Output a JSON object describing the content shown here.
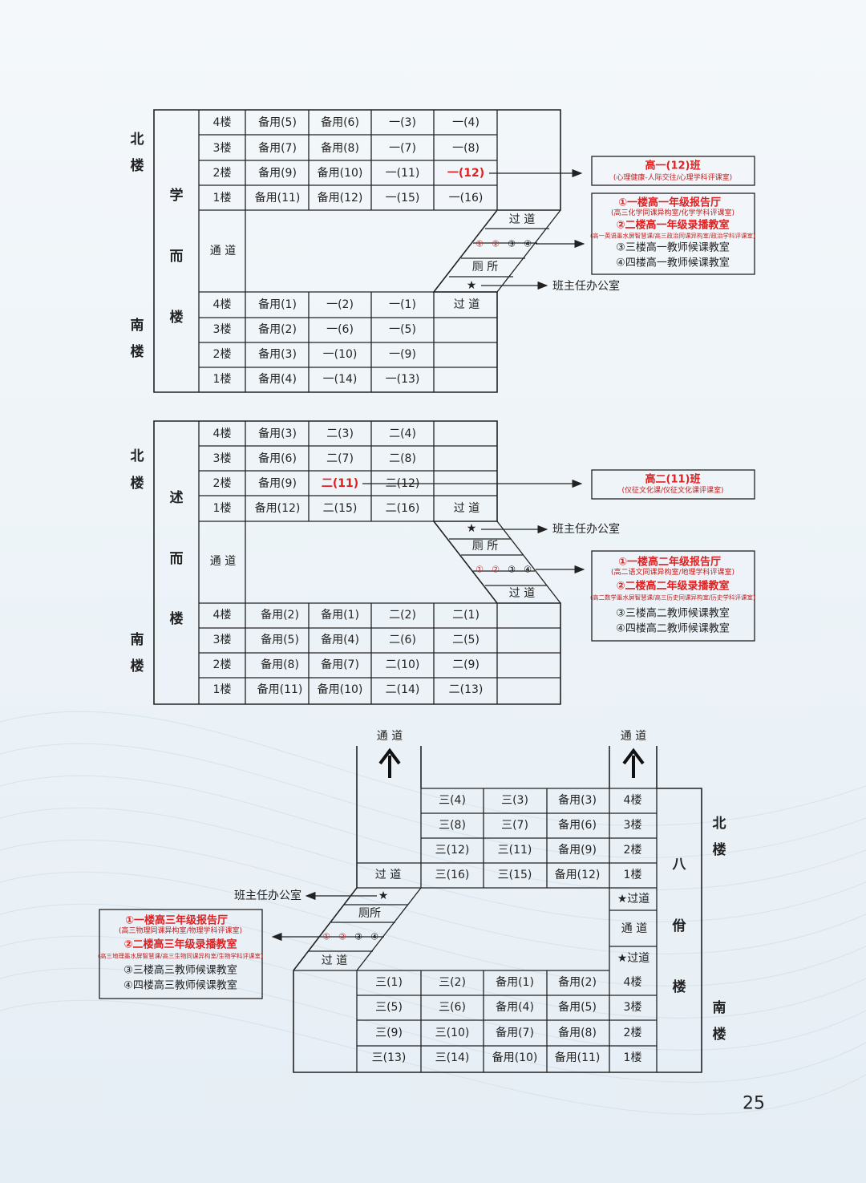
{
  "page_number": "25",
  "common": {
    "north": [
      "北",
      "楼"
    ],
    "south": [
      "南",
      "楼"
    ],
    "corridor": "通 道",
    "crossing": "过 道",
    "toilet": "厕 所",
    "toilet2": "厕所",
    "star": "★",
    "office": "班主任办公室",
    "star_crossing": "★过道",
    "circles": [
      "①",
      "②",
      "③",
      "④"
    ]
  },
  "b1": {
    "name": [
      "学",
      "而",
      "楼"
    ],
    "north_rows": [
      [
        "4楼",
        "备用(5)",
        "备用(6)",
        "一(3)",
        "一(4)"
      ],
      [
        "3楼",
        "备用(7)",
        "备用(8)",
        "一(7)",
        "一(8)"
      ],
      [
        "2楼",
        "备用(9)",
        "备用(10)",
        "一(11)",
        "一(12)"
      ],
      [
        "1楼",
        "备用(11)",
        "备用(12)",
        "一(15)",
        "一(16)"
      ]
    ],
    "south_rows": [
      [
        "4楼",
        "备用(1)",
        "一(2)",
        "一(1)"
      ],
      [
        "3楼",
        "备用(2)",
        "一(6)",
        "一(5)"
      ],
      [
        "2楼",
        "备用(3)",
        "一(10)",
        "一(9)"
      ],
      [
        "1楼",
        "备用(4)",
        "一(14)",
        "一(13)"
      ]
    ],
    "note_title": "高一(12)班",
    "note_sub": "(心理健康-人际交往/心理学科评课室)",
    "legend": [
      {
        "t": "①一楼高一年级报告厅",
        "s": "(高三化学同课异构室/化学学科评课室)"
      },
      {
        "t": "②二楼高一年级录播教室",
        "s": "(高一英语墨水屏智慧课/高三政治同课异构室/政治学科评课室)"
      },
      {
        "t": "③三楼高一教师候课教室"
      },
      {
        "t": "④四楼高一教师候课教室"
      }
    ]
  },
  "b2": {
    "name": [
      "述",
      "而",
      "楼"
    ],
    "north_rows": [
      [
        "4楼",
        "备用(3)",
        "二(3)",
        "二(4)"
      ],
      [
        "3楼",
        "备用(6)",
        "二(7)",
        "二(8)"
      ],
      [
        "2楼",
        "备用(9)",
        "二(11)",
        "二(12)"
      ],
      [
        "1楼",
        "备用(12)",
        "二(15)",
        "二(16)"
      ]
    ],
    "south_rows": [
      [
        "4楼",
        "备用(2)",
        "备用(1)",
        "二(2)",
        "二(1)"
      ],
      [
        "3楼",
        "备用(5)",
        "备用(4)",
        "二(6)",
        "二(5)"
      ],
      [
        "2楼",
        "备用(8)",
        "备用(7)",
        "二(10)",
        "二(9)"
      ],
      [
        "1楼",
        "备用(11)",
        "备用(10)",
        "二(14)",
        "二(13)"
      ]
    ],
    "note_title": "高二(11)班",
    "note_sub": "(仪征文化课/仪征文化课评课室)",
    "legend": [
      {
        "t": "①一楼高二年级报告厅",
        "s": "(高二语文同课异构室/地理学科评课室)"
      },
      {
        "t": "②二楼高二年级录播教室",
        "s": "(高二数学墨水屏智慧课/高三历史同课异构室/历史学科评课室)"
      },
      {
        "t": "③三楼高二教师候课教室"
      },
      {
        "t": "④四楼高二教师候课教室"
      }
    ]
  },
  "b3": {
    "name": [
      "八",
      "佾",
      "楼"
    ],
    "north_rows": [
      [
        "三(4)",
        "三(3)",
        "备用(3)",
        "4楼"
      ],
      [
        "三(8)",
        "三(7)",
        "备用(6)",
        "3楼"
      ],
      [
        "三(12)",
        "三(11)",
        "备用(9)",
        "2楼"
      ],
      [
        "三(16)",
        "三(15)",
        "备用(12)",
        "1楼"
      ]
    ],
    "south_rows": [
      [
        "三(1)",
        "三(2)",
        "备用(1)",
        "备用(2)",
        "4楼"
      ],
      [
        "三(5)",
        "三(6)",
        "备用(4)",
        "备用(5)",
        "3楼"
      ],
      [
        "三(9)",
        "三(10)",
        "备用(7)",
        "备用(8)",
        "2楼"
      ],
      [
        "三(13)",
        "三(14)",
        "备用(10)",
        "备用(11)",
        "1楼"
      ]
    ],
    "legend": [
      {
        "t": "①一楼高三年级报告厅",
        "s": "(高三物理同课异构室/物理学科评课室)"
      },
      {
        "t": "②二楼高三年级录播教室",
        "s": "(高三地理墨水屏智慧课/高三生物同课异构室/生物学科评课室)"
      },
      {
        "t": "③三楼高三教师候课教室"
      },
      {
        "t": "④四楼高三教师候课教室"
      }
    ]
  }
}
